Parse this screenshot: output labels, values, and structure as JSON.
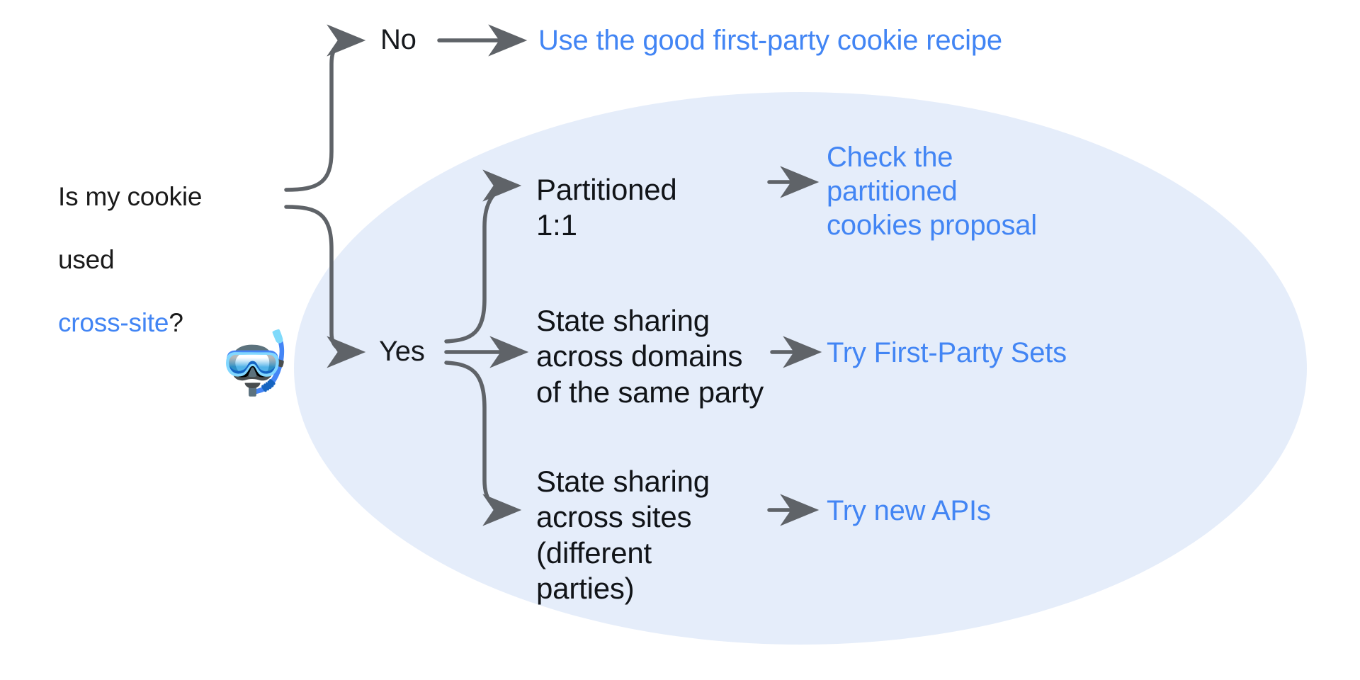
{
  "diagram": {
    "title": "Is my cookie used cross-site? decision flow",
    "background_color": "#ffffff",
    "highlight_ellipse_color": "#E5EDFA",
    "link_color": "#4285f4",
    "text_color": "#16191d",
    "arrow_color": "#5f6368",
    "question": {
      "line1": "Is my cookie",
      "line2": "used",
      "link_text": "cross-site",
      "question_mark": "?"
    },
    "emoji": {
      "name": "diving-mask-emoji",
      "glyph": "🤿"
    },
    "branches": [
      {
        "answer": "No",
        "outcome_label": "",
        "result_link": "Use the good first-party cookie recipe",
        "inside_highlight": false
      },
      {
        "answer": "Yes",
        "outcome_label": "Partitioned\n1:1",
        "result_link": "Check the\npartitioned\ncookies proposal",
        "inside_highlight": true
      },
      {
        "answer": "Yes",
        "outcome_label": "State sharing\nacross domains\nof the same party",
        "result_link": "Try First-Party Sets",
        "inside_highlight": true
      },
      {
        "answer": "Yes",
        "outcome_label": "State sharing\nacross sites\n(different\nparties)",
        "result_link": "Try new APIs",
        "inside_highlight": true
      }
    ],
    "yes_label": "Yes",
    "no_label": "No"
  }
}
